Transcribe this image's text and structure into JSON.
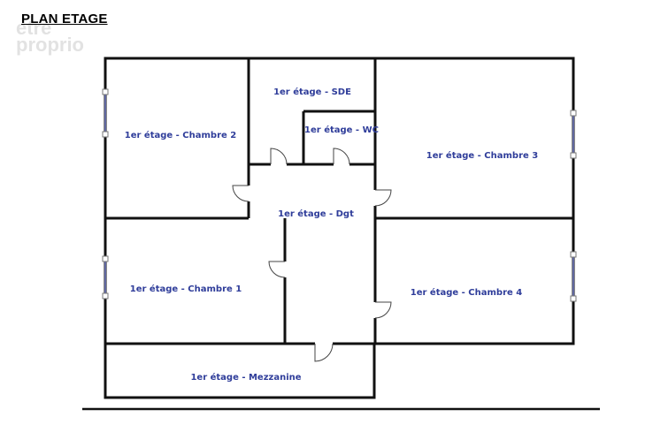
{
  "header": {
    "title": "PLAN ETAGE",
    "logo_line1": "etre",
    "logo_line2": "proprio"
  },
  "rooms": [
    {
      "id": "sde",
      "label": "1er étage - SDE"
    },
    {
      "id": "wc",
      "label": "1er étage - WC"
    },
    {
      "id": "chambre2",
      "label": "1er étage - Chambre 2"
    },
    {
      "id": "chambre3",
      "label": "1er étage - Chambre 3"
    },
    {
      "id": "dgt",
      "label": "1er étage - Dgt"
    },
    {
      "id": "chambre1",
      "label": "1er étage - Chambre 1"
    },
    {
      "id": "chambre4",
      "label": "1er étage - Chambre 4"
    },
    {
      "id": "mezzanine",
      "label": "1er étage - Mezzanine"
    }
  ],
  "colors": {
    "wall": "#111111",
    "label": "#2f3d9a",
    "window": "#7b84cf"
  }
}
